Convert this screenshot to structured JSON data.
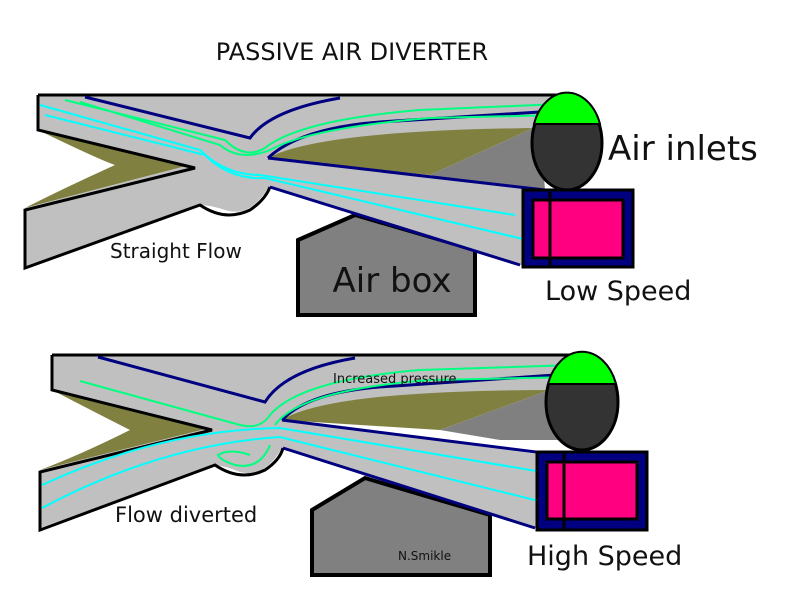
{
  "title": "PASSIVE AIR DIVERTER",
  "colors": {
    "duct": "#c0c0c0",
    "olive": "#808040",
    "navy": "#000080",
    "cyan": "#00ffff",
    "green_line": "#00ff80",
    "inlet_green": "#00ff00",
    "inlet_dark": "#333333",
    "airbox": "#808080",
    "magenta": "#ff0080"
  },
  "top_diagram": {
    "state_label": "Straight Flow",
    "airbox_label": "Air box",
    "inlets_label": "Air inlets",
    "speed_label": "Low Speed"
  },
  "bottom_diagram": {
    "state_label": "Flow diverted",
    "pressure_label": "Increased pressure",
    "speed_label": "High Speed",
    "credit": "N.Smikle"
  }
}
